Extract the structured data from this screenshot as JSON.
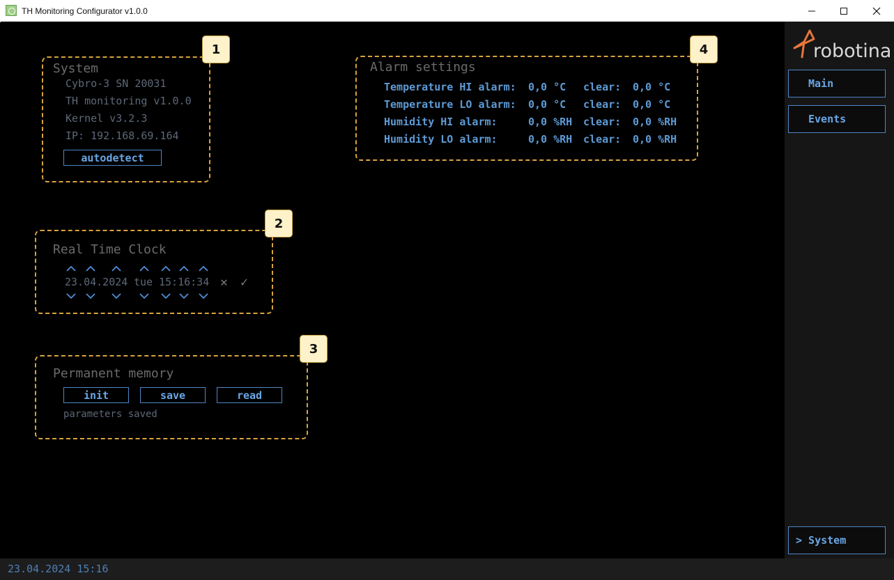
{
  "window": {
    "title": "TH Monitoring Configurator v1.0.0",
    "icons": {
      "app": "app-icon",
      "minimize": "minimize-icon",
      "maximize": "maximize-icon",
      "close": "close-icon"
    }
  },
  "system_panel": {
    "badge": "1",
    "title": "System",
    "device": "Cybro-3 SN 20031",
    "app_version": "TH monitoring v1.0.0",
    "kernel": "Kernel v3.2.3",
    "ip": "IP: 192.168.69.164",
    "autodetect_label": "autodetect"
  },
  "rtc_panel": {
    "badge": "2",
    "title": "Real Time Clock",
    "date": "23.04.2024",
    "weekday": "tue",
    "time": "15:16:34",
    "cancel_symbol": "✕",
    "confirm_symbol": "✓",
    "spinner_icons": {
      "up": "chevron-up-icon",
      "down": "chevron-down-icon"
    }
  },
  "memory_panel": {
    "badge": "3",
    "title": "Permanent memory",
    "init_label": "init",
    "save_label": "save",
    "read_label": "read",
    "status": "parameters saved"
  },
  "alarm_panel": {
    "badge": "4",
    "title": "Alarm settings",
    "rows": [
      {
        "label": "Temperature HI alarm:",
        "value": "0,0 °C",
        "clear_label": "clear:",
        "clear_value": "0,0 °C"
      },
      {
        "label": "Temperature LO alarm:",
        "value": "0,0 °C",
        "clear_label": "clear:",
        "clear_value": "0,0 °C"
      },
      {
        "label": "Humidity HI alarm:",
        "value": "0,0 %RH",
        "clear_label": "clear:",
        "clear_value": "0,0 %RH"
      },
      {
        "label": "Humidity LO alarm:",
        "value": "0,0 %RH",
        "clear_label": "clear:",
        "clear_value": "0,0 %RH"
      }
    ]
  },
  "sidebar": {
    "logo_text": "robotina",
    "main_label": "Main",
    "events_label": "Events",
    "system_label": "> System"
  },
  "statusbar": {
    "datetime": "23.04.2024 15:16"
  },
  "colors": {
    "panel_border": "#d9a33f",
    "accent_blue": "#5e9bd6",
    "logo_orange": "#e8763b",
    "background": "#000000"
  }
}
